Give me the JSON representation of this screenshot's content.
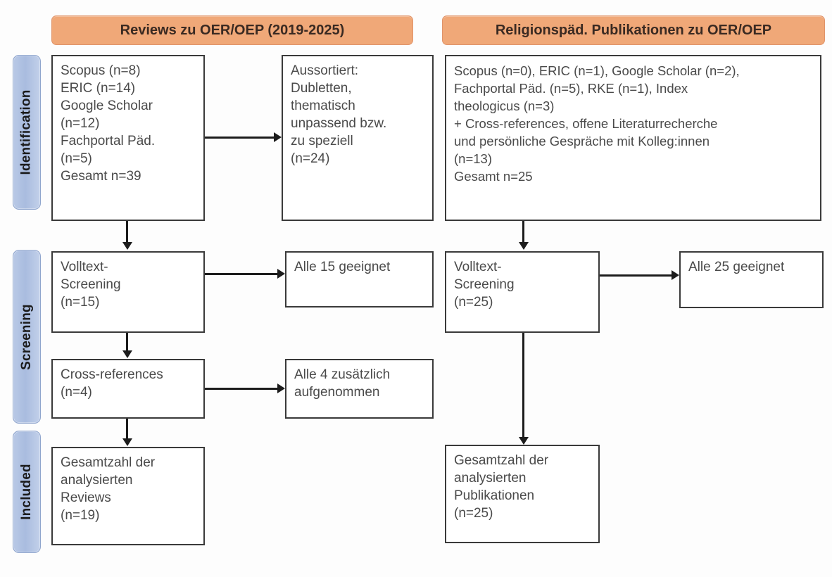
{
  "figure": {
    "type": "prisma-flow-diagram",
    "columns": [
      {
        "id": "left",
        "header": "Reviews zu OER/OEP (2019-2025)"
      },
      {
        "id": "right",
        "header": "Religionspäd. Publikationen zu OER/OEP"
      }
    ],
    "stages": [
      {
        "id": "identification",
        "label": "Identification"
      },
      {
        "id": "screening",
        "label": "Screening"
      },
      {
        "id": "included",
        "label": "Included"
      }
    ],
    "colors": {
      "header_orange": "#f0a878",
      "stage_blue": "#adc0e0",
      "box_border": "#3a3a3a",
      "text": "#4a4a4a",
      "connector": "#1c1c1c"
    }
  },
  "left_column": {
    "identification_sources": {
      "lines": [
        "Scopus (n=8)",
        "ERIC (n=14)",
        "Google Scholar",
        "(n=12)",
        "Fachportal Päd.",
        "(n=5)",
        "Gesamt n=39"
      ]
    },
    "excluded": {
      "lines": [
        "Aussortiert:",
        "Dubletten,",
        "thematisch",
        "unpassend bzw.",
        "zu speziell",
        "(n=24)"
      ]
    },
    "fulltext_screening": {
      "lines": [
        "Volltext-",
        "Screening",
        "(n=15)"
      ]
    },
    "screening_result": {
      "lines": [
        "Alle 15 geeignet"
      ]
    },
    "cross_references": {
      "lines": [
        "Cross-references",
        "(n=4)"
      ]
    },
    "cross_reference_result": {
      "lines": [
        "Alle 4 zusätzlich",
        "aufgenommen"
      ]
    },
    "included_total": {
      "lines": [
        "Gesamtzahl der",
        "analysierten",
        "Reviews",
        "(n=19)"
      ]
    }
  },
  "right_column": {
    "identification_sources": {
      "lines": [
        "Scopus (n=0), ERIC (n=1), Google Scholar (n=2),",
        "Fachportal Päd. (n=5), RKE (n=1), Index",
        "theologicus (n=3)",
        "+ Cross-references, offene Literaturrecherche",
        "und persönliche Gespräche mit Kolleg:innen",
        "(n=13)",
        "Gesamt n=25"
      ]
    },
    "fulltext_screening": {
      "lines": [
        "Volltext-",
        "Screening",
        "(n=25)"
      ]
    },
    "screening_result": {
      "lines": [
        "Alle 25 geeignet"
      ]
    },
    "included_total": {
      "lines": [
        "Gesamtzahl der",
        "analysierten",
        "Publikationen",
        "(n=25)"
      ]
    }
  }
}
